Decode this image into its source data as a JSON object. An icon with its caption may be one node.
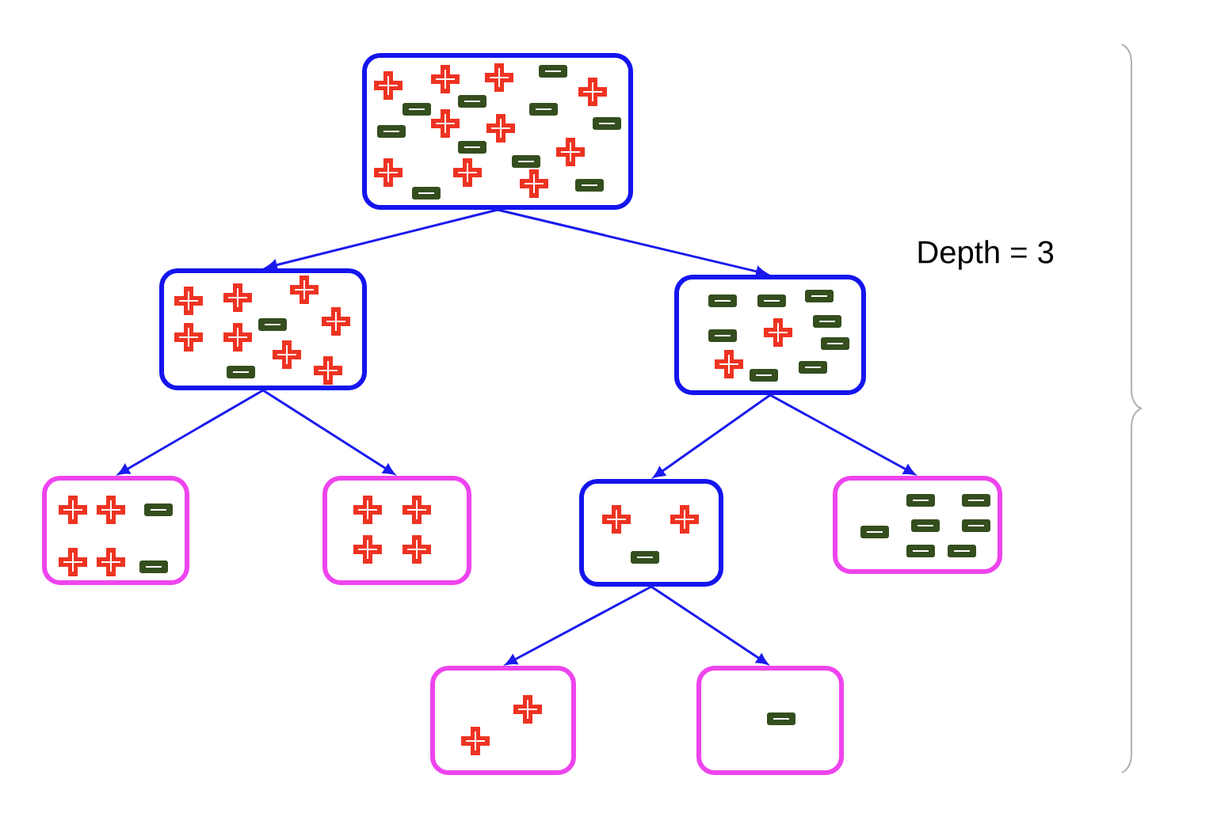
{
  "diagram": {
    "nodes": [
      {
        "text": [],
        "shape": "box"
      },
      {
        "text": [],
        "shape": "box"
      },
      {
        "text": [],
        "shape": "box"
      },
      {
        "text": [],
        "shape": "box"
      },
      {
        "text": [],
        "shape": "box"
      },
      {
        "text": [],
        "shape": "box"
      },
      {
        "text": [],
        "shape": "box"
      },
      {
        "text": [],
        "shape": "box"
      },
      {
        "text": [],
        "shape": "box"
      }
    ],
    "edges": [
      {
        "from": 0,
        "to": 1,
        "arrow": "to"
      },
      {
        "from": 0,
        "to": 2,
        "arrow": "to"
      },
      {
        "from": 1,
        "to": 3,
        "arrow": "to"
      },
      {
        "from": 1,
        "to": 4,
        "arrow": "to"
      },
      {
        "from": 2,
        "to": 5,
        "arrow": "to"
      },
      {
        "from": 2,
        "to": 6,
        "arrow": "to"
      },
      {
        "from": 5,
        "to": 7,
        "arrow": "to"
      },
      {
        "from": 5,
        "to": 8,
        "arrow": "to"
      }
    ],
    "labels": [
      "Depth = 3"
    ]
  }
}
